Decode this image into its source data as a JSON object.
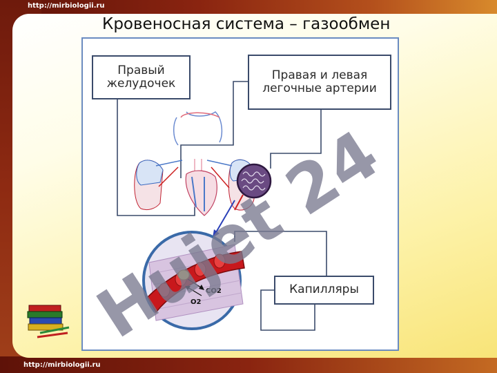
{
  "header": {
    "site_url": "http://mirbiologii.ru"
  },
  "slide": {
    "title": "Кровеносная система – газообмен",
    "labels": {
      "right_ventricle": "Правый желудочек",
      "arteries": "Правая и левая легочные артерии",
      "capillaries": "Капилляры"
    },
    "gas_labels": {
      "co2": "CO2",
      "o2": "O2"
    },
    "watermark": "Hujet 24"
  },
  "footer": {
    "site_url": "http://mirbiologii.ru"
  },
  "colors": {
    "frame": "#8a2410",
    "slide_bg": "#fdf2a8",
    "diagram_border": "#6a8bc0",
    "artery_red": "#cc2020",
    "vein_blue": "#4a78c8",
    "watermark": "#7a7a90"
  }
}
